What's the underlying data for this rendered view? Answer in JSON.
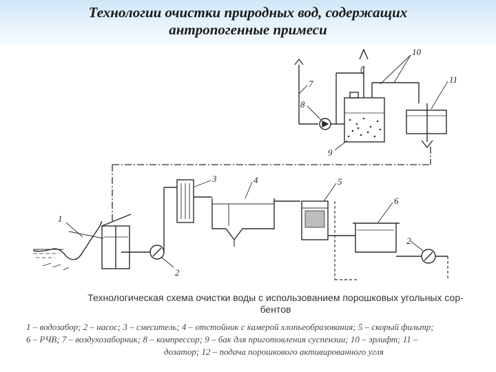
{
  "title": {
    "line1": "Технологии очистки природных вод, содержащих",
    "line2": "антропогенные примеси"
  },
  "diagram": {
    "labels": [
      "1",
      "2",
      "3",
      "4",
      "5",
      "6",
      "2",
      "7",
      "8",
      "9",
      "10",
      "11"
    ]
  },
  "caption": {
    "line1": "Технологическая схема очистки воды с использованием порошковых угольных сор-",
    "line2": "бентов"
  },
  "legend": {
    "line1": "1 – водозабор; 2 – насос; 3 – смеситель; 4 – отстойник с камерой хлопьеобразования; 5 – скорый фильтр;",
    "line2": "6 – РЧВ; 7 – воздухозаборник; 8 – компрессор; 9 – бак для приготовления суспензии; 10 – эрлифт; 11 –",
    "line3": "дозатор; 12 – подача порошкового активированного угля"
  }
}
